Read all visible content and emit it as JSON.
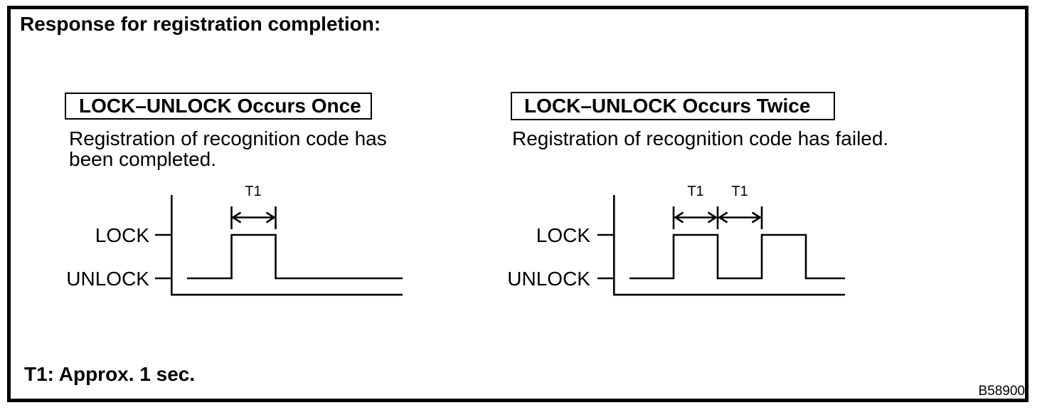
{
  "title": "Response for registration completion:",
  "footer_note": "T1: Approx. 1 sec.",
  "figure_code": "B58900",
  "colors": {
    "ink": "#000000",
    "background": "#ffffff"
  },
  "panels": [
    {
      "header": "LOCK–UNLOCK Occurs Once",
      "description_lines": [
        "Registration of recognition code has",
        "been completed."
      ],
      "diagram": {
        "high_label": "LOCK",
        "low_label": "UNLOCK",
        "pulse_count": 1,
        "interval_labels": [
          "T1"
        ]
      }
    },
    {
      "header": "LOCK–UNLOCK Occurs Twice",
      "description_lines": [
        "Registration of recognition code has failed."
      ],
      "diagram": {
        "high_label": "LOCK",
        "low_label": "UNLOCK",
        "pulse_count": 2,
        "interval_labels": [
          "T1",
          "T1"
        ]
      }
    }
  ]
}
